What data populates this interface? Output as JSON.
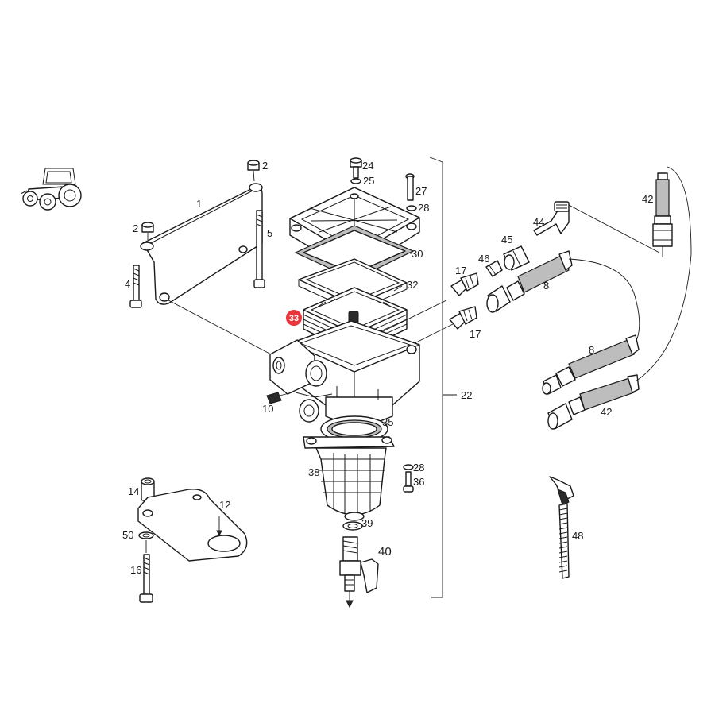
{
  "diagram": {
    "highlight_color": "#e8353c",
    "line_color": "#1a1a1a",
    "icon": "tractor-icon",
    "callouts": {
      "c1": "1",
      "c2a": "2",
      "c2b": "2",
      "c4": "4",
      "c5": "5",
      "c8a": "8",
      "c8b": "8",
      "c10": "10",
      "c12": "12",
      "c14": "14",
      "c16": "16",
      "c17a": "17",
      "c17b": "17",
      "c22": "22",
      "c24": "24",
      "c25": "25",
      "c27": "27",
      "c28a": "28",
      "c28b": "28",
      "c30": "30",
      "c32": "32",
      "c33": "33",
      "c35": "35",
      "c36": "36",
      "c38": "38",
      "c39": "39",
      "c40": "40",
      "c42a": "42",
      "c42b": "42",
      "c44": "44",
      "c45": "45",
      "c46": "46",
      "c48": "48",
      "c50": "50"
    }
  }
}
